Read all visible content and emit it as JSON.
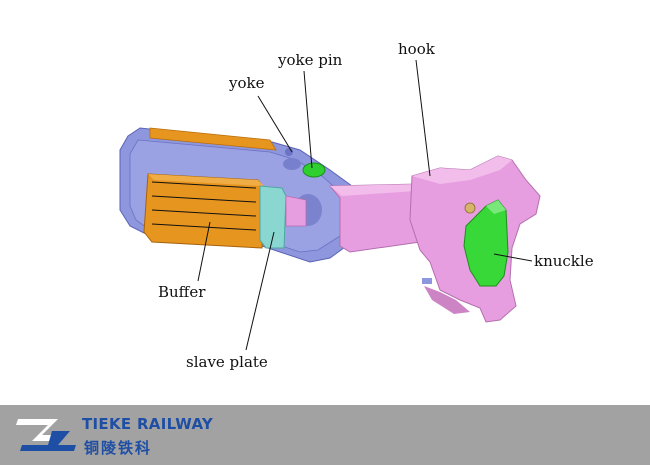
{
  "labels": {
    "yoke_pin": "yoke pin",
    "hook": "hook",
    "yoke": "yoke",
    "knuckle": "knuckle",
    "buffer": "Buffer",
    "slave_plate": "slave plate"
  },
  "brand": {
    "name_en": "TIEKE RAILWAY",
    "name_cn": "铜陵铁科"
  },
  "colors": {
    "yoke": "#8e96dd",
    "buffer": "#e6951f",
    "slave_plate": "#8ad6d0",
    "hook": "#e79ee0",
    "yoke_pin": "#2fcf2f",
    "knuckle": "#38d838",
    "footer": "#a2a2a2",
    "brand": "#1f4fa5"
  }
}
